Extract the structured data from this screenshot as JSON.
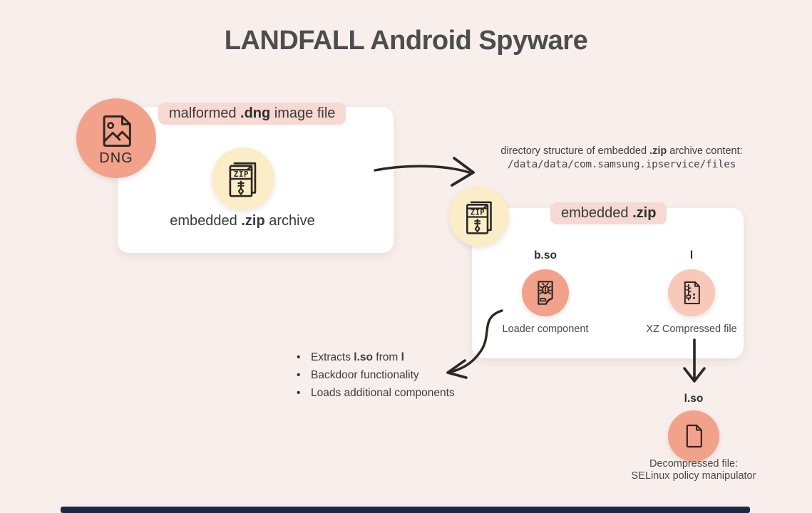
{
  "title": "LANDFALL Android Spyware",
  "colors": {
    "background": "#f8efec",
    "card": "#ffffff",
    "pill": "#f5d9d2",
    "salmon_circle": "#f2a18b",
    "pale_pink_circle": "#f8c8b8",
    "pale_yellow_circle": "#faedc7",
    "ink": "#2b2724",
    "text": "#3c3c3c",
    "footer_bar": "#1c2946"
  },
  "zip_icon_label": "ZIP",
  "dng_badge": {
    "label": "DNG",
    "icon": "image-file-icon"
  },
  "card1": {
    "pill": {
      "pre": "malformed ",
      "bold": ".dng",
      "post": " image file"
    },
    "zip_badge_icon": "zip-file-icon",
    "caption": {
      "pre": "embedded ",
      "bold": ".zip",
      "post": " archive"
    }
  },
  "directory_note": {
    "line1": {
      "pre": "directory structure of embedded ",
      "bold": ".zip",
      "post": " archive content:"
    },
    "path": "/data/data/com.samsung.ipservice/files"
  },
  "card2": {
    "pill": {
      "pre": "embedded ",
      "bold": ".zip",
      "post": ""
    },
    "zip_badge_icon": "zip-file-icon",
    "items": [
      {
        "name": "b.so",
        "caption": "Loader component",
        "icon": "bug-file-icon"
      },
      {
        "name": "l",
        "caption": "XZ Compressed file",
        "icon": "xz-file-icon"
      }
    ]
  },
  "notes": [
    {
      "t1": "Extracts ",
      "b1": "l.so",
      "t2": " from ",
      "b2": "l"
    },
    {
      "t1": "Backdoor functionality",
      "b1": "",
      "t2": "",
      "b2": ""
    },
    {
      "t1": "Loads additional components",
      "b1": "",
      "t2": "",
      "b2": ""
    }
  ],
  "result": {
    "name": "l.so",
    "icon": "file-icon",
    "caption_line1": "Decompressed file:",
    "caption_line2": "SELinux policy manipulator"
  }
}
